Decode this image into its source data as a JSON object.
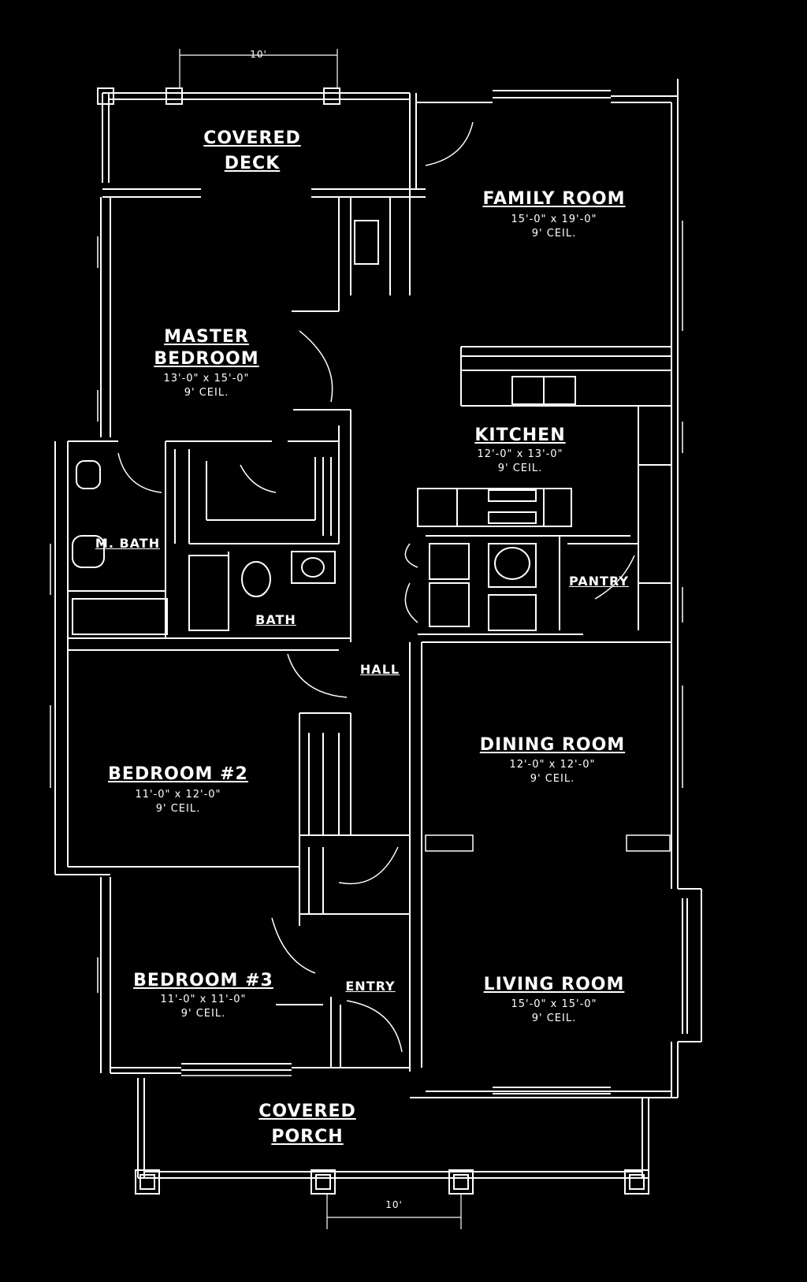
{
  "plan": {
    "rooms": {
      "covered_deck": {
        "name": "COVERED",
        "name2": "DECK"
      },
      "family_room": {
        "name": "FAMILY ROOM",
        "dim1": "15'-0\" x 19'-0\"",
        "dim2": "9' CEIL."
      },
      "master_bedroom": {
        "name": "MASTER",
        "name2": "BEDROOM",
        "dim1": "13'-0\" x 15'-0\"",
        "dim2": "9' CEIL."
      },
      "kitchen": {
        "name": "KITCHEN",
        "dim1": "12'-0\" x 13'-0\"",
        "dim2": "9' CEIL."
      },
      "m_bath": {
        "name": "M. BATH"
      },
      "pantry": {
        "name": "PANTRY"
      },
      "bath": {
        "name": "BATH"
      },
      "hall": {
        "name": "HALL"
      },
      "bedroom_2": {
        "name": "BEDROOM #2",
        "dim1": "11'-0\" x 12'-0\"",
        "dim2": "9' CEIL."
      },
      "dining_room": {
        "name": "DINING ROOM",
        "dim1": "12'-0\" x 12'-0\"",
        "dim2": "9' CEIL."
      },
      "bedroom_3": {
        "name": "BEDROOM #3",
        "dim1": "11'-0\" x 11'-0\"",
        "dim2": "9' CEIL."
      },
      "entry": {
        "name": "ENTRY"
      },
      "living_room": {
        "name": "LIVING ROOM",
        "dim1": "15'-0\" x 15'-0\"",
        "dim2": "9' CEIL."
      },
      "covered_porch": {
        "name": "COVERED",
        "name2": "PORCH"
      }
    },
    "dimensions": {
      "top": "10'",
      "bottom": "10'"
    }
  }
}
